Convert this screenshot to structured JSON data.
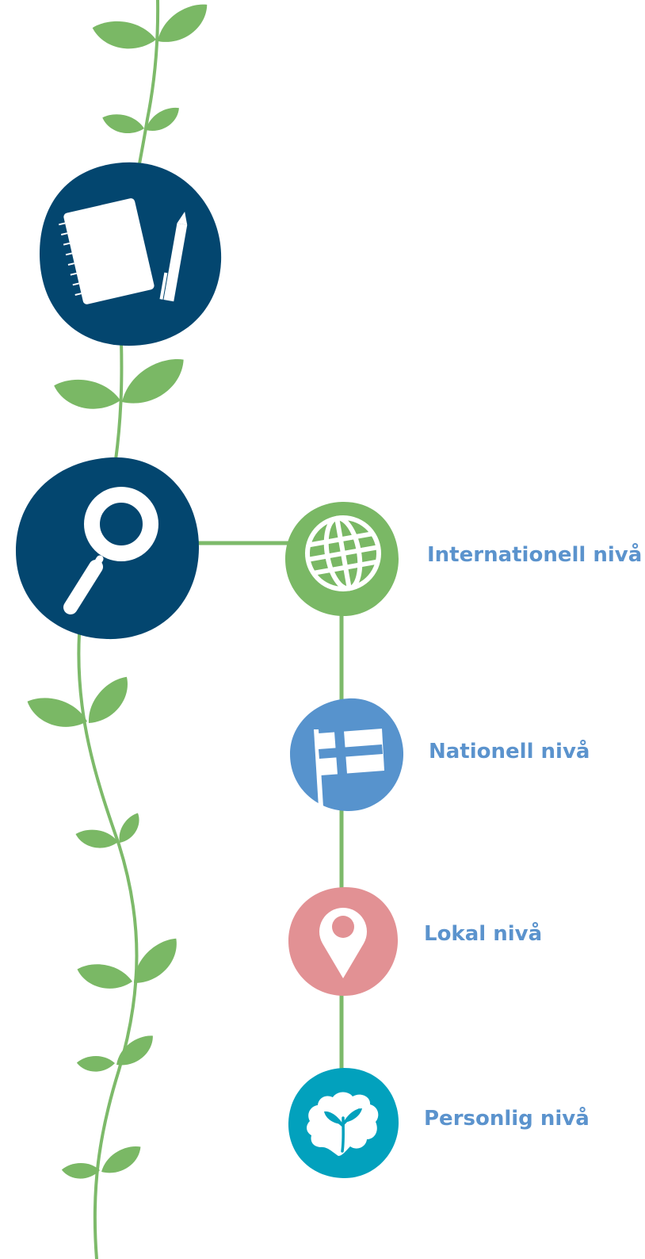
{
  "diagram": {
    "colors": {
      "navy": "#03466f",
      "stem": "#7dba6a",
      "leaf": "#7ab865",
      "green": "#7ab865",
      "blue": "#5793cd",
      "pink": "#e29194",
      "teal": "#02a1bd",
      "label": "#5b93cd"
    },
    "main_nodes": [
      {
        "id": "notebook",
        "icon": "notebook-pencil-icon",
        "color": "navy"
      },
      {
        "id": "search",
        "icon": "magnifier-icon",
        "color": "navy"
      }
    ],
    "levels": [
      {
        "label": "Internationell nivå",
        "icon": "globe-icon",
        "color": "green"
      },
      {
        "label": "Nationell nivå",
        "icon": "flag-icon",
        "color": "blue"
      },
      {
        "label": "Lokal nivå",
        "icon": "location-pin-icon",
        "color": "pink"
      },
      {
        "label": "Personlig nivå",
        "icon": "head-sprout-icon",
        "color": "teal"
      }
    ]
  }
}
